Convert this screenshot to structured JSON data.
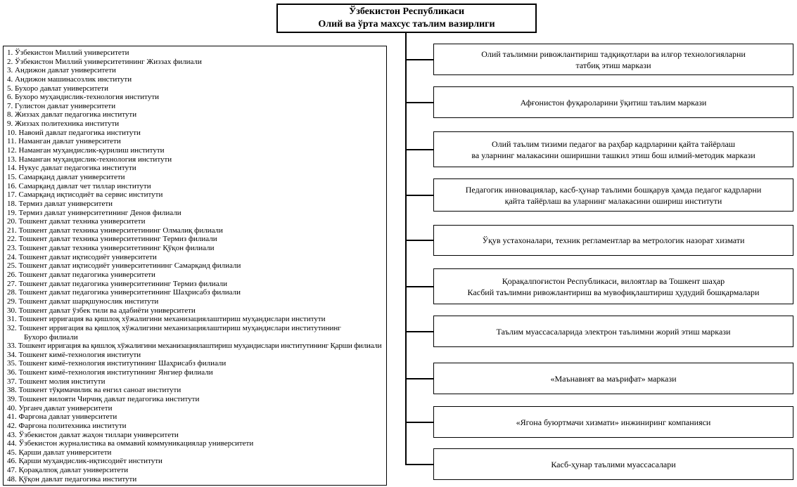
{
  "title": {
    "line1": "Ўзбекистон Республикаси",
    "line2": "Олий ва ўрта махсус таълим вазирлиги"
  },
  "universities": [
    "1. Ўзбекистон Миллий университети",
    "2. Ўзбекистон Миллий университетининг Жиззах филиали",
    "3. Андижон давлат университети",
    "4. Андижон машинасозлик институти",
    "5. Бухоро давлат университети",
    "6. Бухоро муҳандислик-технология институти",
    "7. Гулистон давлат университети",
    "8. Жиззах давлат педагогика институти",
    "9. Жиззах политехника институти",
    "10. Навоий давлат педагогика институти",
    "11. Наманган давлат университети",
    "12. Наманган муҳандислик-қурилиш институти",
    "13. Наманган муҳандислик-технология институти",
    "14. Нукус давлат педагогика институти",
    "15. Самарқанд давлат университети",
    "16. Самарқанд давлат чет тиллар институти",
    "17. Самарқанд иқтисодиёт ва сервис институти",
    "18. Термиз давлат университети",
    "19. Термиз давлат университетининг Денов филиали",
    "20. Тошкент давлат техника университети",
    "21. Тошкент давлат техника университетининг Олмалиқ филиали",
    "22. Тошкент давлат техника университетининг Термиз филиали",
    "23. Тошкент давлат техника университетининг Қўқон филиали",
    "24. Тошкент давлат иқтисодиёт университети",
    "25. Тошкент давлат иқтисодиёт университетининг Самарқанд филиали",
    "26. Тошкент давлат педагогика университети",
    "27. Тошкент давлат педагогика университетининг Термиз филиали",
    "28. Тошкент давлат педагогика университетининг Шаҳрисабз филиали",
    "29. Тошкент давлат шарқшунослик институти",
    "30. Тошкент давлат ўзбек тили ва адабиёти университети",
    "31. Тошкент ирригация ва қишлоқ хўжалигини механизациялаштириш муҳандислари институти",
    "32. Тошкент ирригация ва қишлоқ хўжалигини механизациялаштириш муҳандислари институтининг\nБухоро филиали",
    "33. Тошкент ирригация ва қишлоқ хўжалигини механизациялаштириш муҳандислари институтининг Қарши филиали",
    "34. Тошкент кимё-технология институти",
    "35. Тошкент кимё-технология институтининг Шаҳрисабз филиали",
    "36. Тошкент кимё-технология институтининг Янгиер филиали",
    "37. Тошкент молия институти",
    "38. Тошкент тўқимачилик ва енгил саноат институти",
    "39. Тошкент вилояти Чирчиқ давлат педагогика институти",
    "40. Урганч давлат университети",
    "41. Фарғона давлат университети",
    "42. Фарғона политехника институти",
    "43. Ўзбекистон давлат жаҳон тиллари университети",
    "44. Ўзбекистон журналистика ва оммавий коммуникациялар университети",
    "45. Қарши давлат университети",
    "46. Қарши муҳандислик-иқтисодиёт институти",
    "47. Қорақалпоқ давлат университети",
    "48. Қўқон давлат педагогика институти"
  ],
  "right_boxes": [
    "Олий таълимни ривожлантириш тадқиқотлари ва илғор технологияларни\nтатбиқ этиш маркази",
    "Афғонистон фуқароларини ўқитиш таълим маркази",
    "Олий таълим тизими педагог ва раҳбар кадрларини қайта тайёрлаш\nва уларнинг малакасини оширишни ташкил этиш бош илмий-методик маркази",
    "Педагогик инновациялар, касб-ҳунар таълими бошқарув ҳамда педагог кадрларни\nқайта тайёрлаш ва уларнинг малакасини ошириш институти",
    "Ўқув устахоналари, техник регламентлар ва метрологик назорат хизмати",
    "Қорақалпоғистон Республикаси, вилоятлар ва Тошкент шаҳар\nКасбий таълимни ривожлантириш ва мувофиқлаштириш ҳудудий бошқармалари",
    "Таълим муассасаларида электрон таълимни жорий этиш маркази",
    "«Маънавият ва маърифат» маркази",
    "«Ягона буюртмачи хизмати» инжиниринг компанияси",
    "Касб-ҳунар таълими муассасалари"
  ],
  "colors": {
    "line": "#000000",
    "background": "#ffffff",
    "text": "#000000"
  }
}
